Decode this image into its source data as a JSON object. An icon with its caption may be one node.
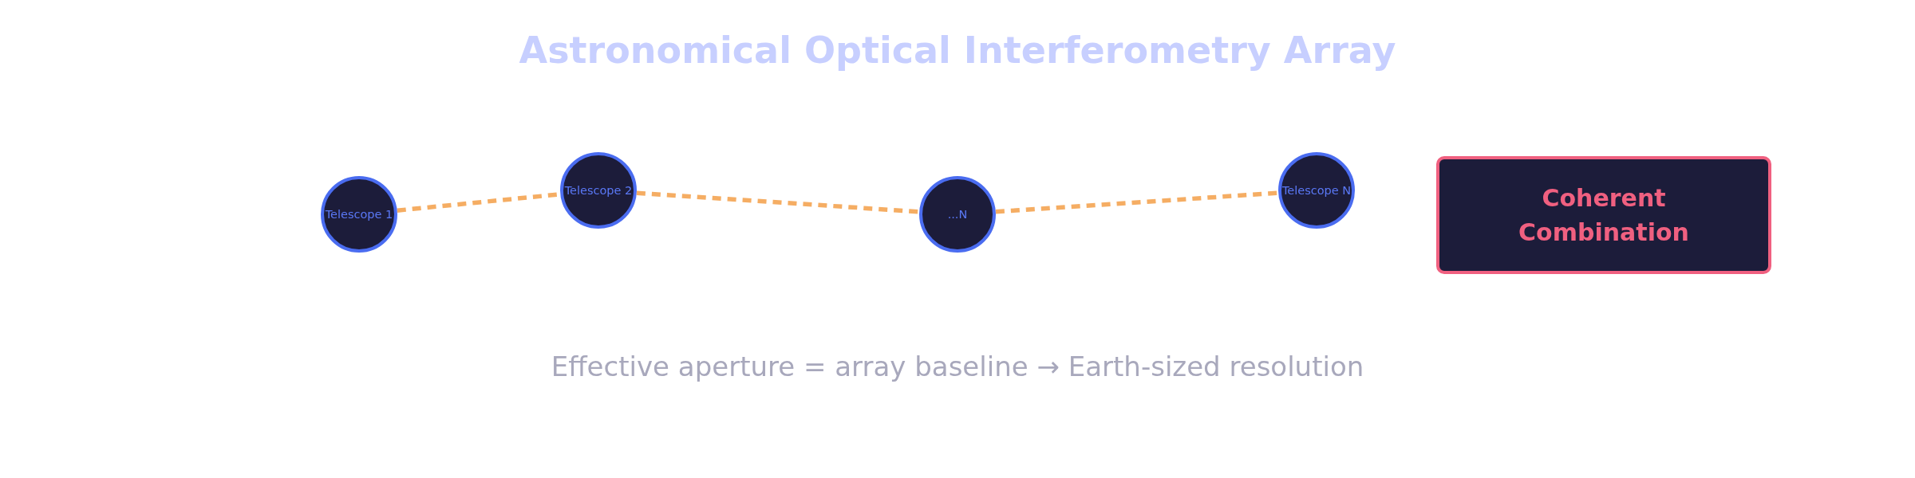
{
  "diagram": {
    "title": "Astronomical Optical Interferometry Array",
    "caption": "Effective aperture = array baseline → Earth-sized resolution",
    "nodes": [
      {
        "text": [
          "Telescope 1"
        ]
      },
      {
        "text": [
          "Telescope 2"
        ]
      },
      {
        "text": [
          "...N"
        ]
      },
      {
        "text": [
          "Telescope N"
        ]
      },
      {
        "text": [
          "Coherent Combination"
        ]
      }
    ],
    "edges": [
      {
        "from": 0,
        "to": 1,
        "arrow": "none",
        "style": "dashed"
      },
      {
        "from": 1,
        "to": 2,
        "arrow": "none",
        "style": "dashed"
      },
      {
        "from": 2,
        "to": 3,
        "arrow": "none",
        "style": "dashed"
      }
    ]
  }
}
